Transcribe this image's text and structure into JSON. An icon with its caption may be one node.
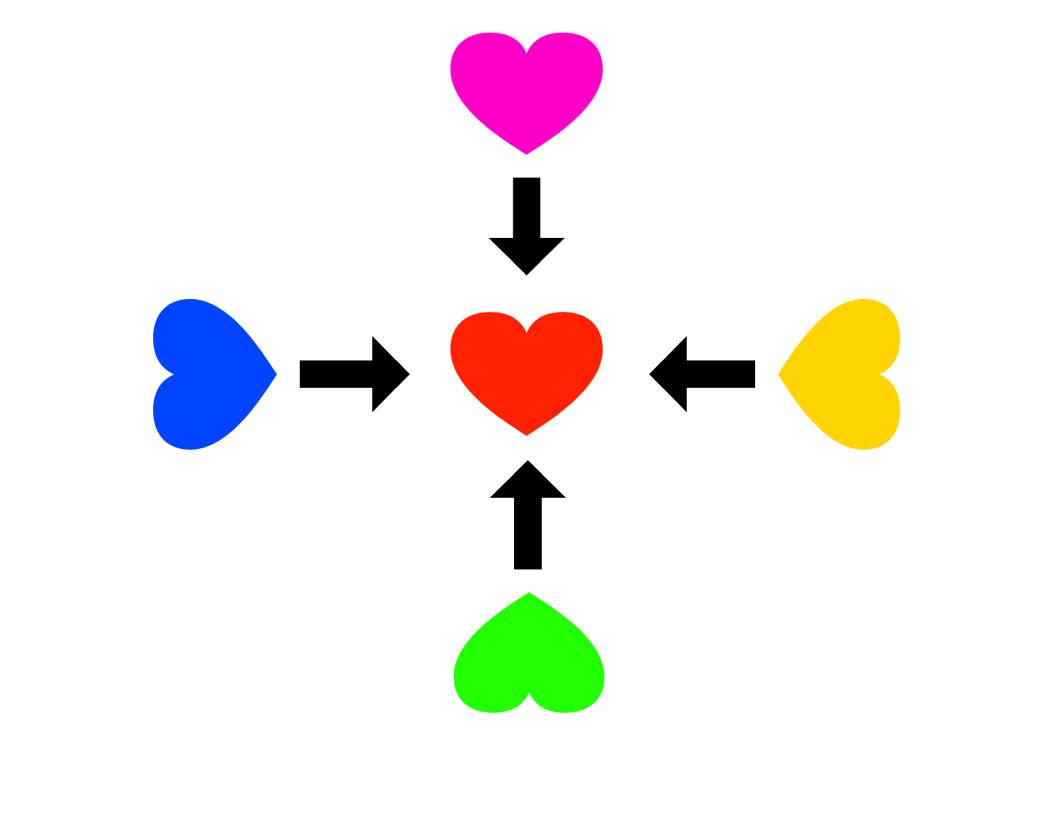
{
  "diagram": {
    "nodes": [
      {
        "text": [],
        "shape": "heart"
      },
      {
        "text": [],
        "shape": "heart"
      },
      {
        "text": [],
        "shape": "heart"
      },
      {
        "text": [],
        "shape": "heart"
      },
      {
        "text": [],
        "shape": "heart"
      }
    ],
    "edges": [
      {
        "from": 0,
        "to": 2,
        "arrow": "to"
      },
      {
        "from": 1,
        "to": 2,
        "arrow": "to"
      },
      {
        "from": 3,
        "to": 2,
        "arrow": "to"
      },
      {
        "from": 4,
        "to": 2,
        "arrow": "to"
      }
    ]
  }
}
